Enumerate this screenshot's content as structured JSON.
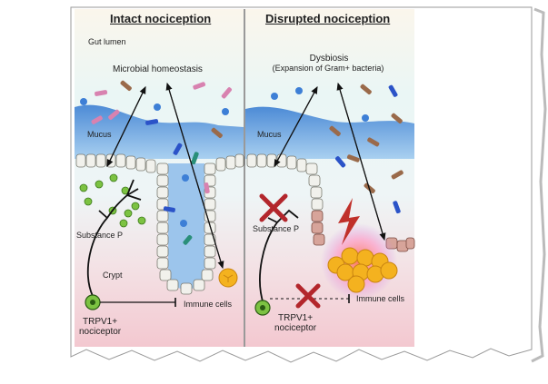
{
  "panels": {
    "left": {
      "title": "Intact nociception",
      "gut_lumen": "Gut lumen",
      "microbial": "Microbial homeostasis",
      "mucus": "Mucus",
      "substance_p": "Substance P",
      "crypt": "Crypt",
      "immune": "Immune cells",
      "neuron_line1": "TRPV1+",
      "neuron_line2": "nociceptor"
    },
    "right": {
      "title": "Disrupted nociception",
      "dysbiosis_line1": "Dysbiosis",
      "dysbiosis_line2": "(Expansion of Gram+ bacteria)",
      "mucus": "Mucus",
      "substance_p": "Substance P",
      "immune": "Immune cells",
      "neuron_line1": "TRPV1+",
      "neuron_line2": "nociceptor"
    }
  },
  "colors": {
    "lumen_top": "#e9f5f4",
    "mucus": "#6aa2df",
    "tissue": "#f6c9cf",
    "neuron": "#7cc242",
    "substance_p": "#7cc242",
    "immune": "#f4b21f",
    "cross": "#b3262c",
    "bolt": "#c0302a"
  }
}
